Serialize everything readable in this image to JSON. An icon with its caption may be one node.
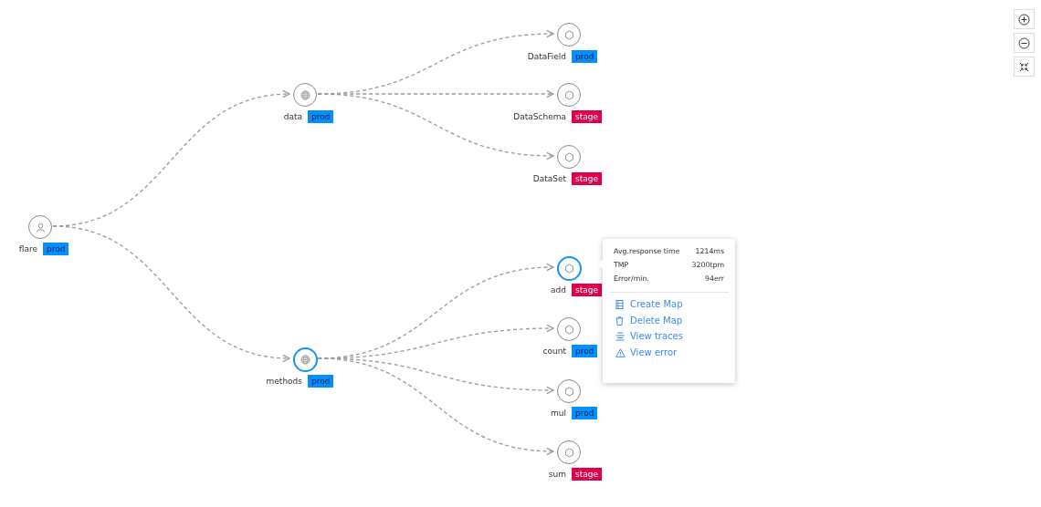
{
  "diagram": {
    "nodes": [
      {
        "text": [
          "flare",
          "prod"
        ]
      },
      {
        "text": [
          "data",
          "prod"
        ]
      },
      {
        "text": [
          "methods",
          "prod"
        ]
      },
      {
        "text": [
          "DataField",
          "prod"
        ]
      },
      {
        "text": [
          "DataSchema",
          "stage"
        ]
      },
      {
        "text": [
          "DataSet",
          "stage"
        ]
      },
      {
        "text": [
          "add",
          "stage"
        ]
      },
      {
        "text": [
          "count",
          "prod"
        ]
      },
      {
        "text": [
          "mul",
          "prod"
        ]
      },
      {
        "text": [
          "sum",
          "stage"
        ]
      }
    ],
    "edges": [
      {
        "from": 0,
        "to": 1,
        "arrow": "to",
        "style": "dashed"
      },
      {
        "from": 0,
        "to": 2,
        "arrow": "to",
        "style": "dashed"
      },
      {
        "from": 1,
        "to": 3,
        "arrow": "to",
        "style": "dashed"
      },
      {
        "from": 1,
        "to": 4,
        "arrow": "to",
        "style": "dashed"
      },
      {
        "from": 1,
        "to": 5,
        "arrow": "to",
        "style": "dashed"
      },
      {
        "from": 2,
        "to": 6,
        "arrow": "to",
        "style": "dashed"
      },
      {
        "from": 2,
        "to": 7,
        "arrow": "to",
        "style": "dashed"
      },
      {
        "from": 2,
        "to": 8,
        "arrow": "to",
        "style": "dashed"
      },
      {
        "from": 2,
        "to": 9,
        "arrow": "to",
        "style": "dashed"
      }
    ],
    "labels": [
      "Avg.response time",
      "1214ms",
      "TMP",
      "3200tpm",
      "Error/min.",
      "94err",
      "Create Map",
      "Delete Map",
      "View traces",
      "View error"
    ]
  }
}
